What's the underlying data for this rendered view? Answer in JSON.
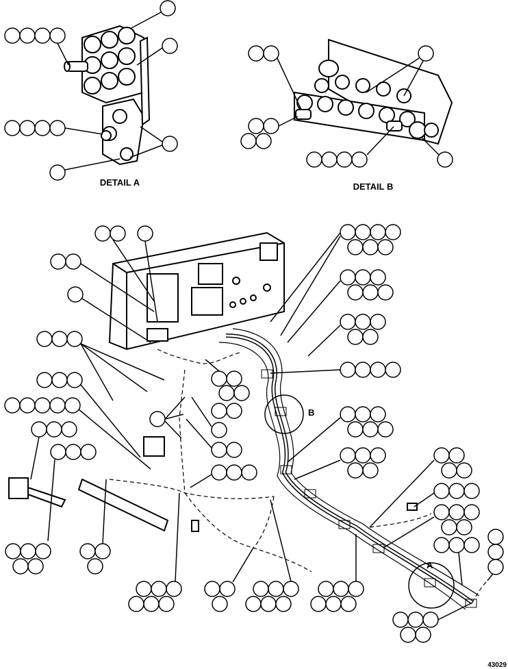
{
  "labels": {
    "detail_a": "DETAIL A",
    "detail_b": "DETAIL B",
    "marker_a": "A",
    "marker_b": "B",
    "figure_number": "43029"
  },
  "colors": {
    "ink": "#000000",
    "paper": "#ffffff"
  }
}
